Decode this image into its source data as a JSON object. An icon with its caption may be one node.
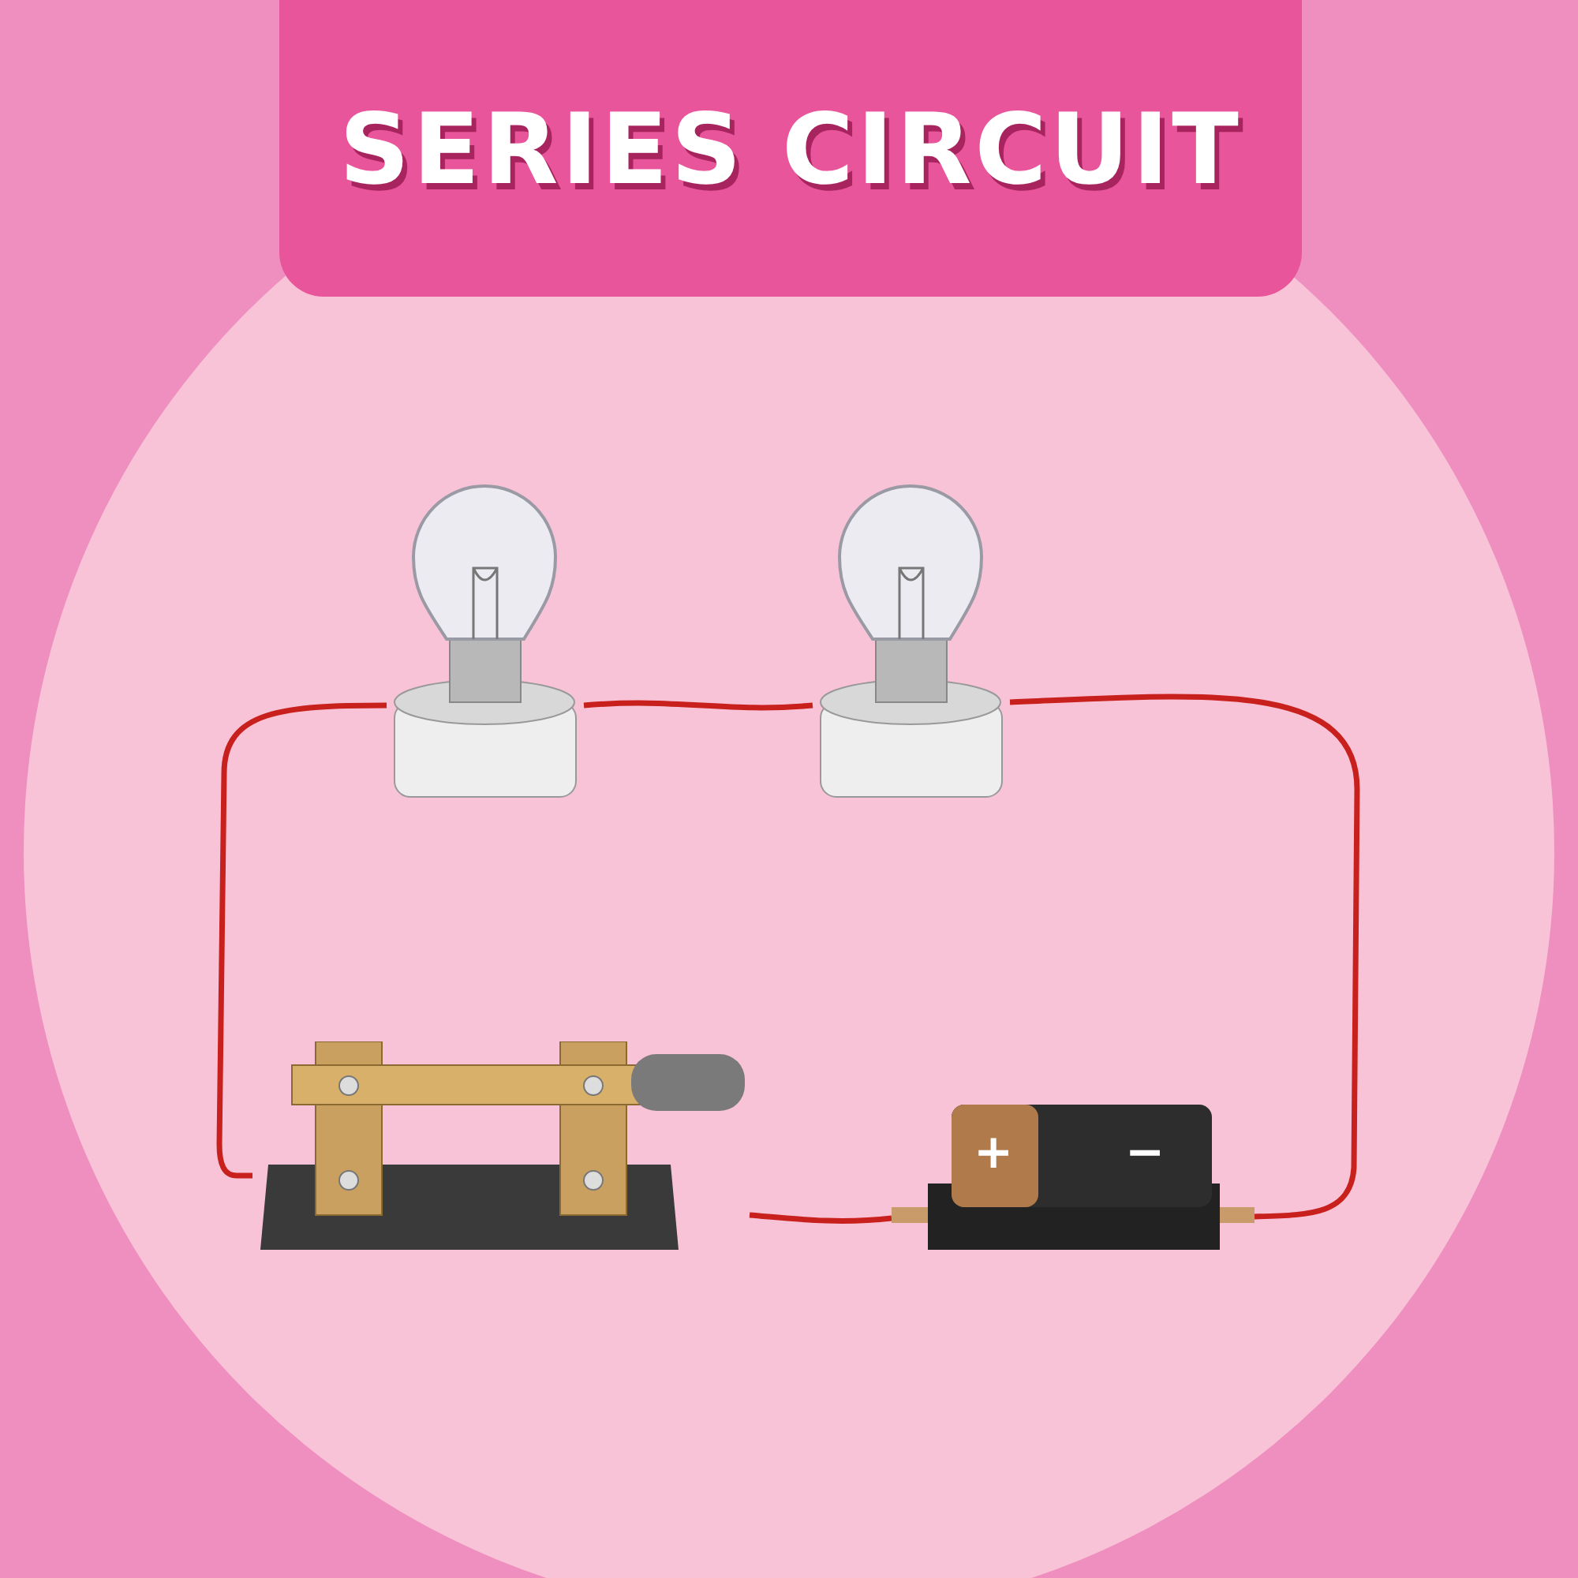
{
  "diagram": {
    "title": "SERIES CIRCUIT",
    "nodes": [
      {
        "text": [],
        "shape": "picture"
      },
      {
        "text": [],
        "shape": "picture"
      },
      {
        "text": [],
        "shape": "picture"
      },
      {
        "text": [
          "+",
          "−"
        ]
      }
    ],
    "edges": [
      {
        "from": 0,
        "to": 1,
        "arrow": "none"
      },
      {
        "from": 1,
        "to": 3,
        "arrow": "none"
      },
      {
        "from": 3,
        "to": 2,
        "arrow": "none"
      },
      {
        "from": 2,
        "to": 0,
        "arrow": "none"
      }
    ]
  }
}
